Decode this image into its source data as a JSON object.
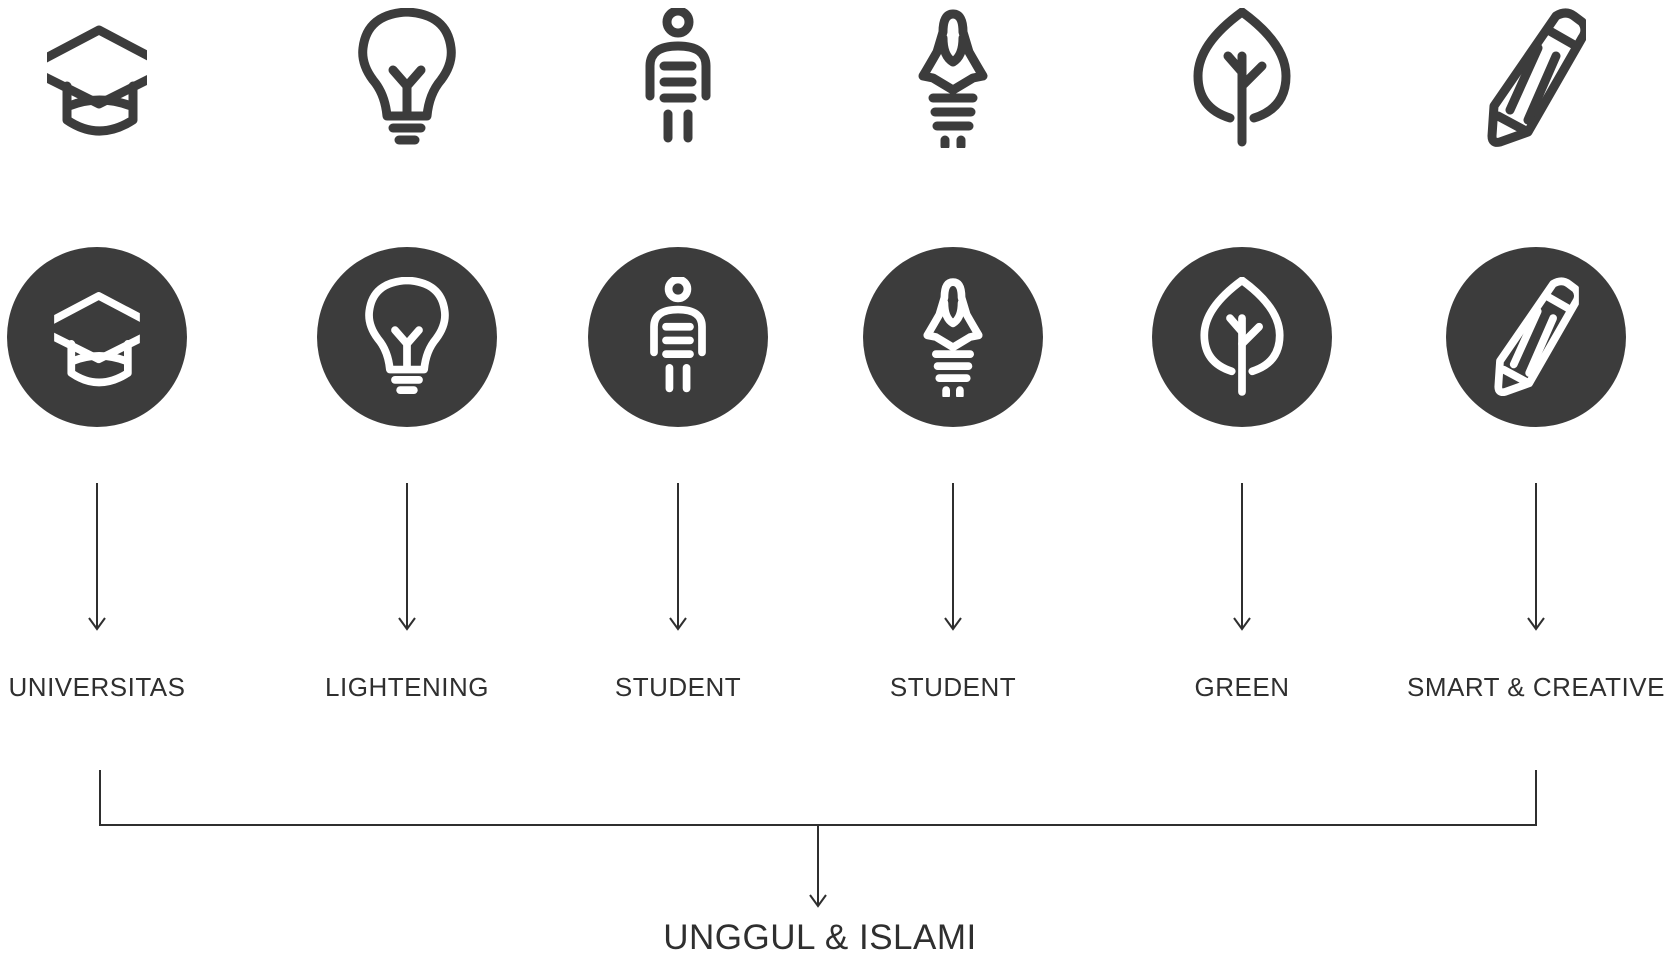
{
  "items": [
    {
      "label": "UNIVERSITAS",
      "icon": "graduation-cap-icon"
    },
    {
      "label": "LIGHTENING",
      "icon": "lightbulb-icon"
    },
    {
      "label": "STUDENT",
      "icon": "male-student-icon"
    },
    {
      "label": "STUDENT",
      "icon": "female-student-icon"
    },
    {
      "label": "GREEN",
      "icon": "leaf-icon"
    },
    {
      "label": "SMART & CREATIVE",
      "icon": "pencil-icon"
    }
  ],
  "result": {
    "label": "UNGGUL & ISLAMI"
  },
  "colors": {
    "icon_dark": "#3c3c3c",
    "icon_light": "#ffffff",
    "line": "#2f2f2f",
    "background": "#ffffff"
  }
}
